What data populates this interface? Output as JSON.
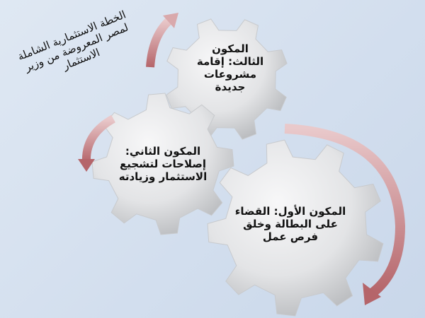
{
  "title": "الخطة الاستثمارية الشاملة لمصر المعروضة من وزير الاستثمار",
  "components": [
    {
      "id": "first",
      "lines": [
        "المكون الأول: القضاء",
        "على البطالة وخلق",
        "فرص عمل"
      ]
    },
    {
      "id": "second",
      "lines": [
        "المكون الثاني:",
        "إصلاحات لتشجيع",
        "الاستثمار وزيادته"
      ]
    },
    {
      "id": "third",
      "lines": [
        "المكون",
        "الثالث: إقامة",
        "مشروعات",
        "جديدة"
      ]
    }
  ],
  "colors": {
    "arrow": "#c97f83",
    "gear": "#e9eaec",
    "gear_shade": "#bfc1c4"
  }
}
